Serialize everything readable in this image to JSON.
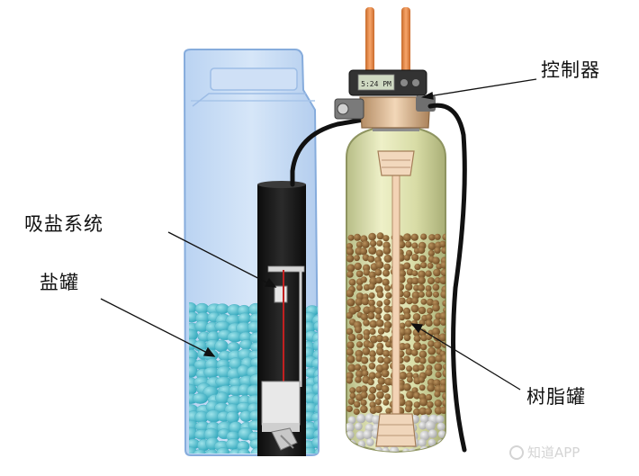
{
  "labels": {
    "controller": "控制器",
    "brine_suction_system": "吸盐系统",
    "brine_tank": "盐罐",
    "resin_tank": "树脂罐"
  },
  "display": {
    "readout": "5:24 PM"
  },
  "watermark": {
    "text": "知道APP"
  },
  "colors": {
    "brine_tank_fill": "#c9ddf5",
    "brine_tank_stroke": "#7fa9dc",
    "salt_pellets": "#5cc4d2",
    "resin_beads": "#8a6335",
    "tank_shell": "#dfe3b0",
    "pipe_copper": "#f0944f",
    "tubing": "#111111",
    "brine_well": "#161616"
  }
}
